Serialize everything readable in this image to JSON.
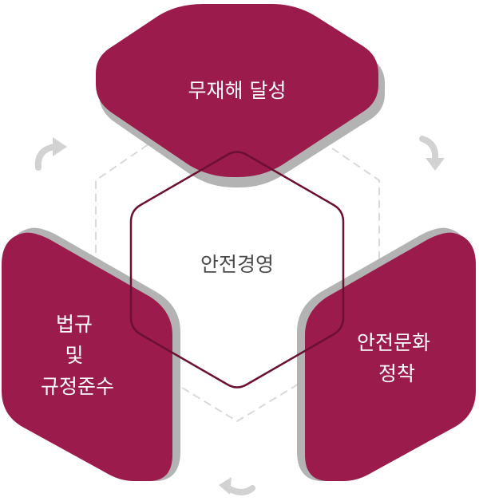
{
  "diagram": {
    "center_label": "안전경영",
    "top_block": {
      "label": "무재해 달성"
    },
    "left_block": {
      "label_lines": [
        "법규",
        "및",
        "규정준수"
      ]
    },
    "right_block": {
      "label_lines": [
        "안전문화",
        "정착"
      ]
    },
    "colors": {
      "block_fill": "#9B1B4C",
      "block_shadow": "#B3B3B3",
      "center_outline": "#6B0F33",
      "dashed_outline": "#D9D9D9",
      "arrow": "#D2D2D2",
      "center_text": "#4A4A4A"
    },
    "cycle_arrows": [
      {
        "icon": "curved-arrow-icon",
        "position_name": "upper-left"
      },
      {
        "icon": "curved-arrow-icon",
        "position_name": "upper-right"
      },
      {
        "icon": "curved-arrow-icon",
        "position_name": "bottom"
      }
    ]
  }
}
